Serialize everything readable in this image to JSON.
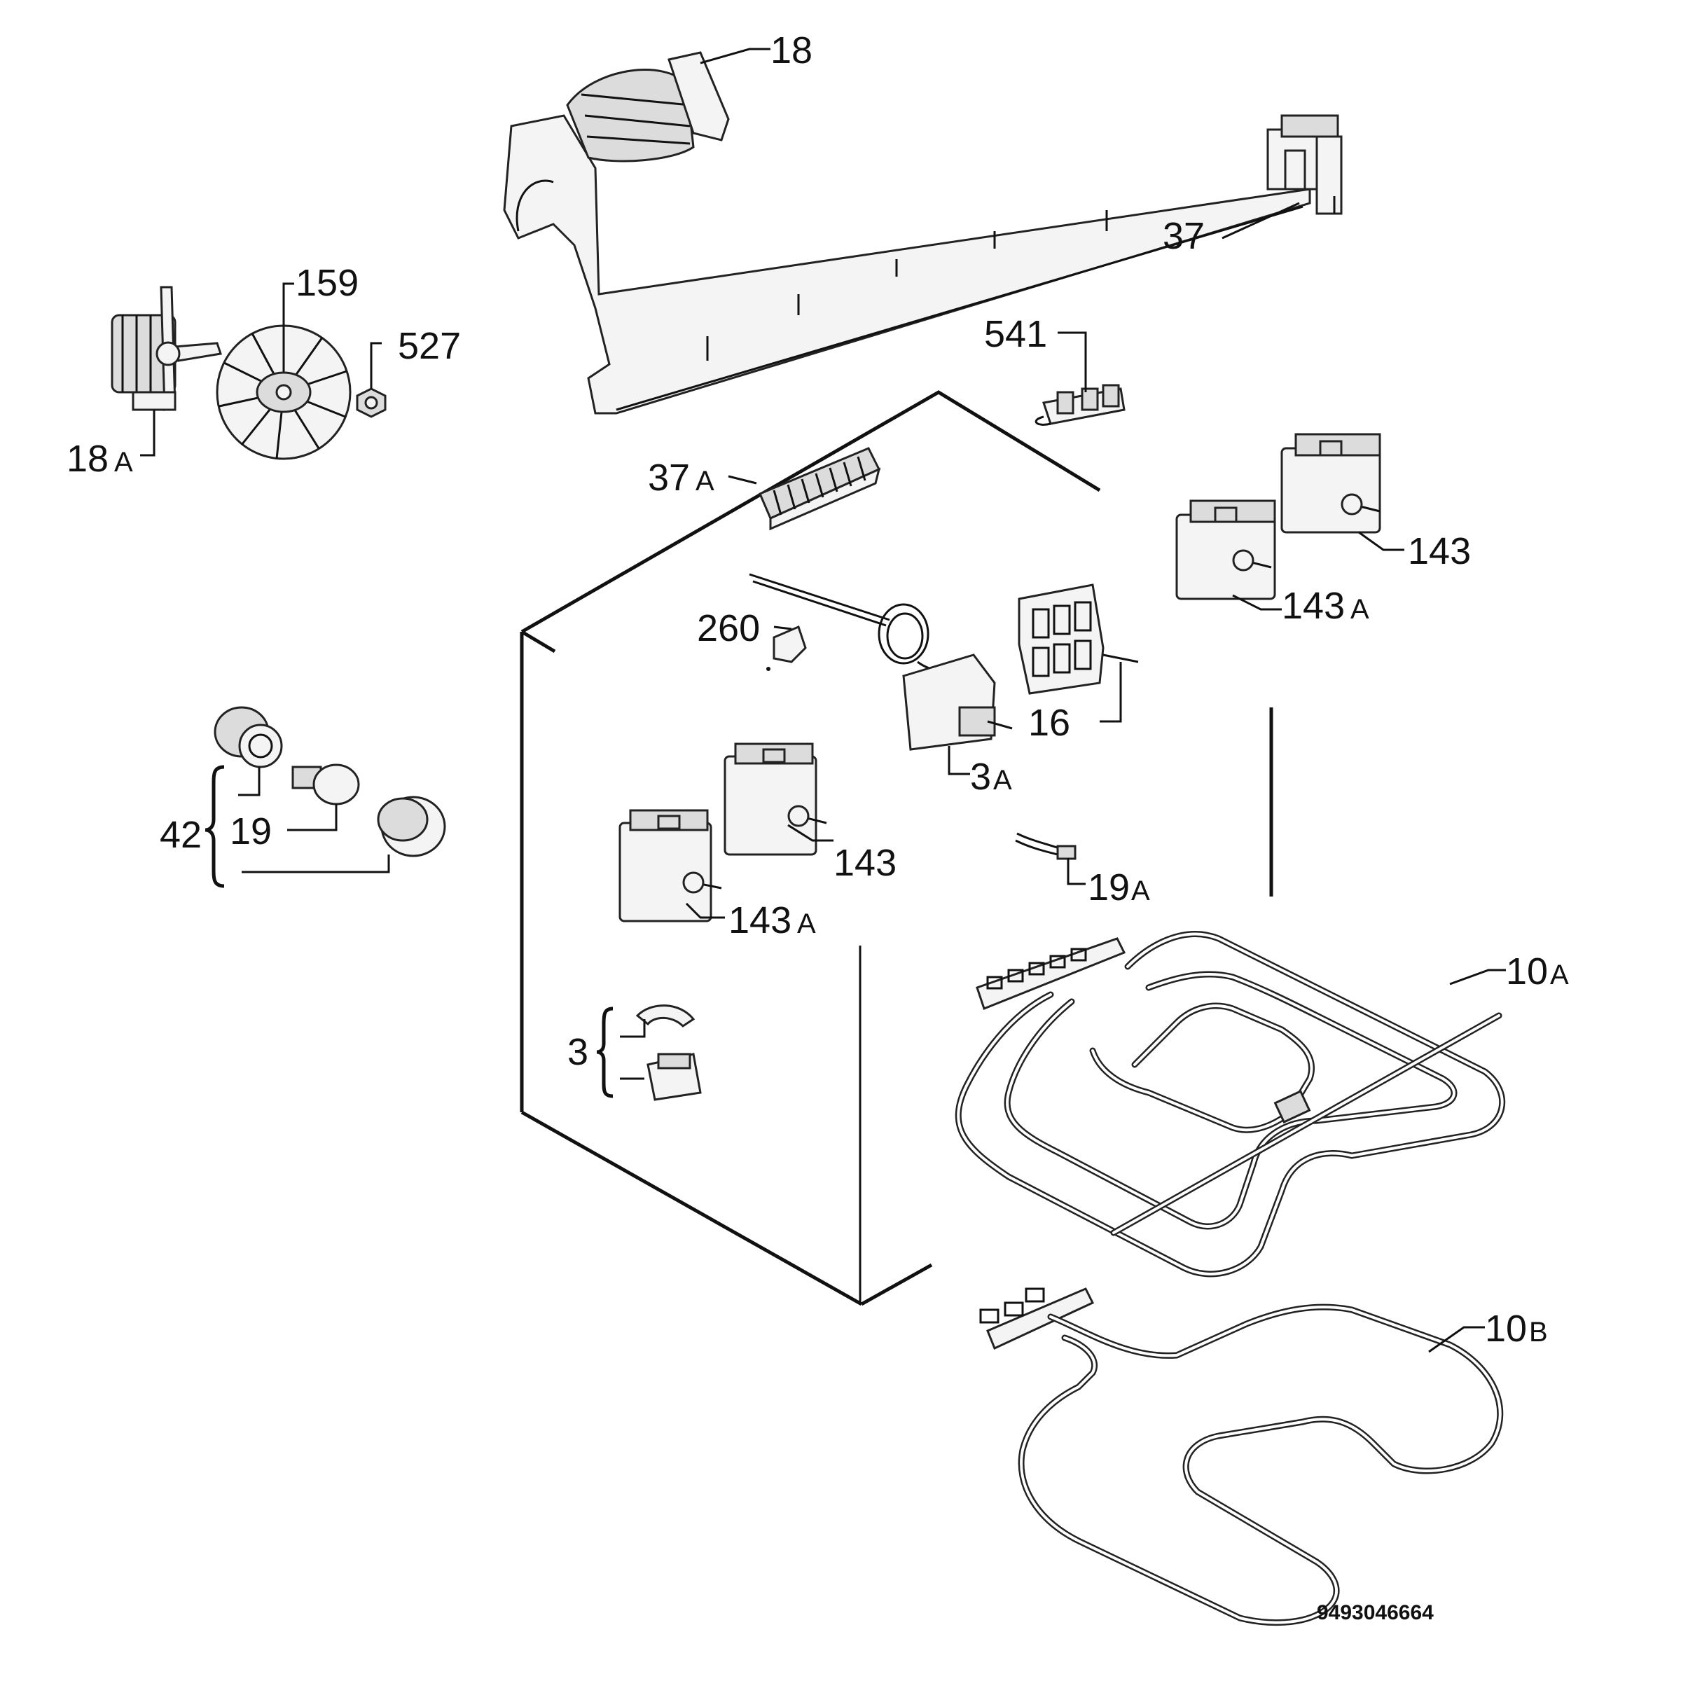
{
  "labels": {
    "l18": "18",
    "l37": "37",
    "l159": "159",
    "l527": "527",
    "l18a": "18",
    "l18a_suffix": "A",
    "l541": "541",
    "l37a": "37",
    "l37a_suffix": "A",
    "l143_top": "143",
    "l143a_top": "143",
    "l143a_top_suffix": "A",
    "l260": "260",
    "l16": "16",
    "l3a": "3",
    "l3a_suffix": "A",
    "l42": "42",
    "l19": "19",
    "l143_mid": "143",
    "l143a_mid": "143",
    "l143a_mid_suffix": "A",
    "l19a": "19",
    "l19a_suffix": "A",
    "l10a": "10",
    "l10a_suffix": "A",
    "l3": "3",
    "l10b": "10",
    "l10b_suffix": "B"
  },
  "diagram_code": "9493046664"
}
